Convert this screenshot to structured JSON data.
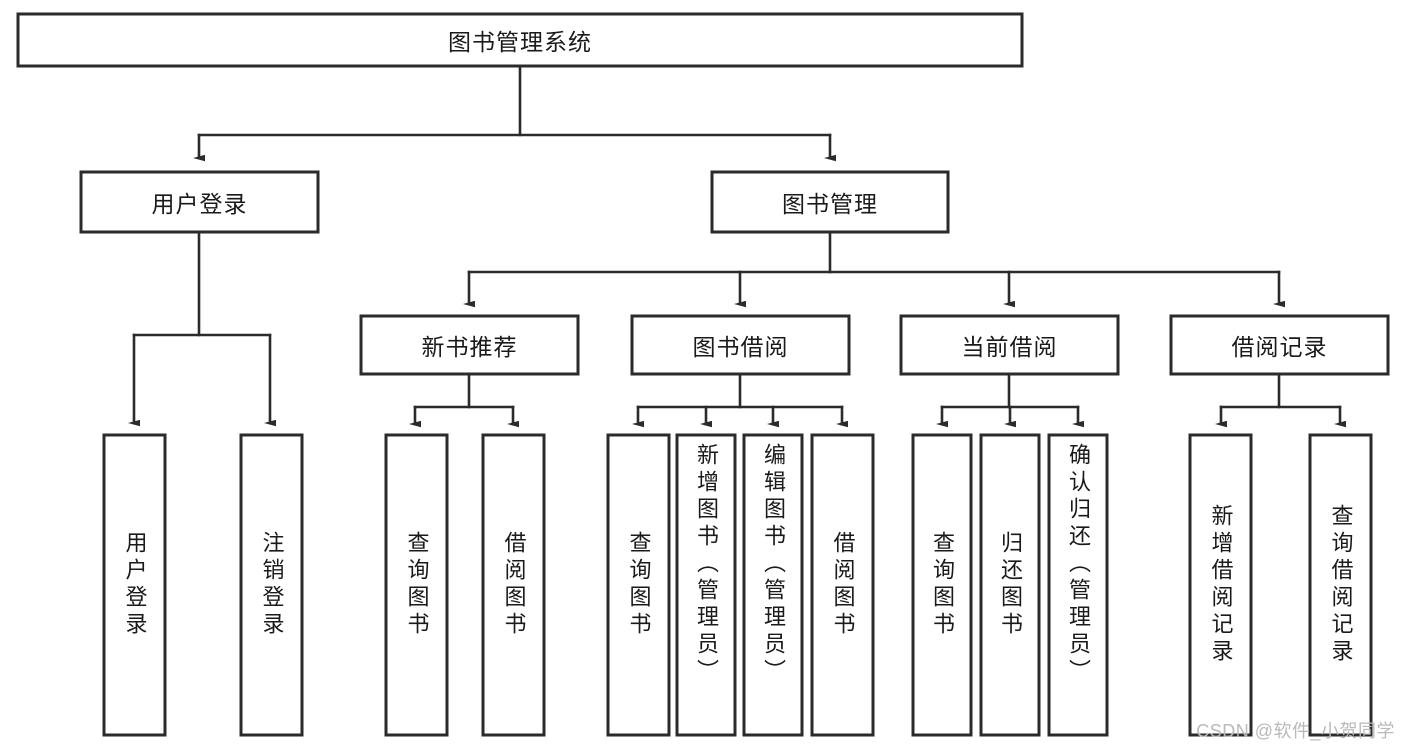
{
  "diagram": {
    "title": "图书管理系统",
    "type": "tree-hierarchy-diagram",
    "root": {
      "id": "root",
      "label": "图书管理系统",
      "orientation": "horizontal"
    },
    "level1": [
      {
        "id": "user-login",
        "label": "用户登录",
        "orientation": "horizontal"
      },
      {
        "id": "book-management",
        "label": "图书管理",
        "orientation": "horizontal"
      }
    ],
    "level2": [
      {
        "id": "new-book-recommend",
        "label": "新书推荐",
        "parent": "book-management",
        "orientation": "horizontal"
      },
      {
        "id": "book-borrow",
        "label": "图书借阅",
        "parent": "book-management",
        "orientation": "horizontal"
      },
      {
        "id": "current-borrow",
        "label": "当前借阅",
        "parent": "book-management",
        "orientation": "horizontal"
      },
      {
        "id": "borrow-record",
        "label": "借阅记录",
        "parent": "book-management",
        "orientation": "horizontal"
      }
    ],
    "leaves": [
      {
        "id": "leaf-user-login",
        "label": "用户登录",
        "parent": "user-login",
        "orientation": "vertical"
      },
      {
        "id": "leaf-logout-login",
        "label": "注销登录",
        "parent": "user-login",
        "orientation": "vertical"
      },
      {
        "id": "leaf-query-book-1",
        "label": "查询图书",
        "parent": "new-book-recommend",
        "orientation": "vertical"
      },
      {
        "id": "leaf-borrow-book-1",
        "label": "借阅图书",
        "parent": "new-book-recommend",
        "orientation": "vertical"
      },
      {
        "id": "leaf-query-book-2",
        "label": "查询图书",
        "parent": "book-borrow",
        "orientation": "vertical"
      },
      {
        "id": "leaf-add-book",
        "label": "新增图书（管理员）",
        "parent": "book-borrow",
        "orientation": "vertical"
      },
      {
        "id": "leaf-edit-book",
        "label": "编辑图书（管理员）",
        "parent": "book-borrow",
        "orientation": "vertical"
      },
      {
        "id": "leaf-borrow-book-2",
        "label": "借阅图书",
        "parent": "book-borrow",
        "orientation": "vertical"
      },
      {
        "id": "leaf-query-book-3",
        "label": "查询图书",
        "parent": "current-borrow",
        "orientation": "vertical"
      },
      {
        "id": "leaf-return-book",
        "label": "归还图书",
        "parent": "current-borrow",
        "orientation": "vertical"
      },
      {
        "id": "leaf-confirm-return",
        "label": "确认归还（管理员）",
        "parent": "current-borrow",
        "orientation": "vertical"
      },
      {
        "id": "leaf-add-record",
        "label": "新增借阅记录",
        "parent": "borrow-record",
        "orientation": "vertical"
      },
      {
        "id": "leaf-query-record",
        "label": "查询借阅记录",
        "parent": "borrow-record",
        "orientation": "vertical"
      }
    ],
    "colors": {
      "box_fill": "#ffffff",
      "box_stroke": "#2b2b2b",
      "connector": "#2b2b2b",
      "text": "#1a1a1a",
      "background": "#ffffff",
      "watermark": "#b9b9b9"
    }
  },
  "watermark": {
    "text": "CSDN @软件_小贺同学"
  }
}
